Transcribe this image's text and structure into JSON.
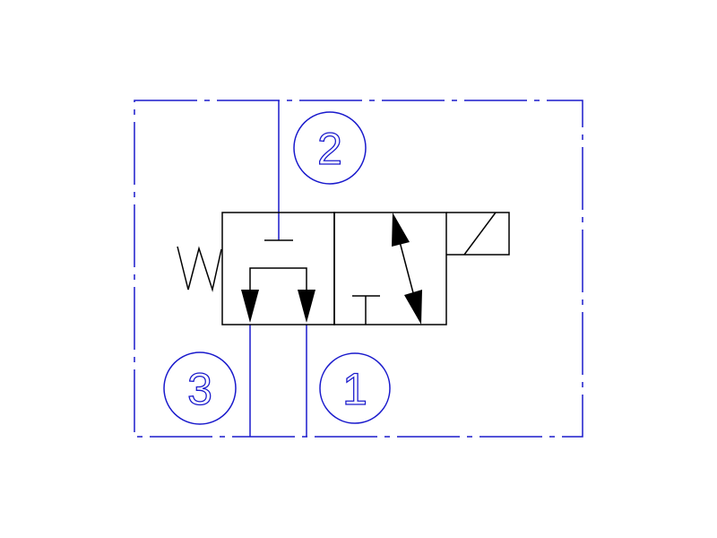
{
  "diagram": {
    "type": "hydraulic-solenoid-valve-3-way-2-position",
    "ports": [
      {
        "id": "port-2",
        "label": "2"
      },
      {
        "id": "port-3",
        "label": "3"
      },
      {
        "id": "port-1",
        "label": "1"
      }
    ],
    "colors": {
      "lines": "#1a1acc",
      "symbol": "#000000"
    }
  }
}
